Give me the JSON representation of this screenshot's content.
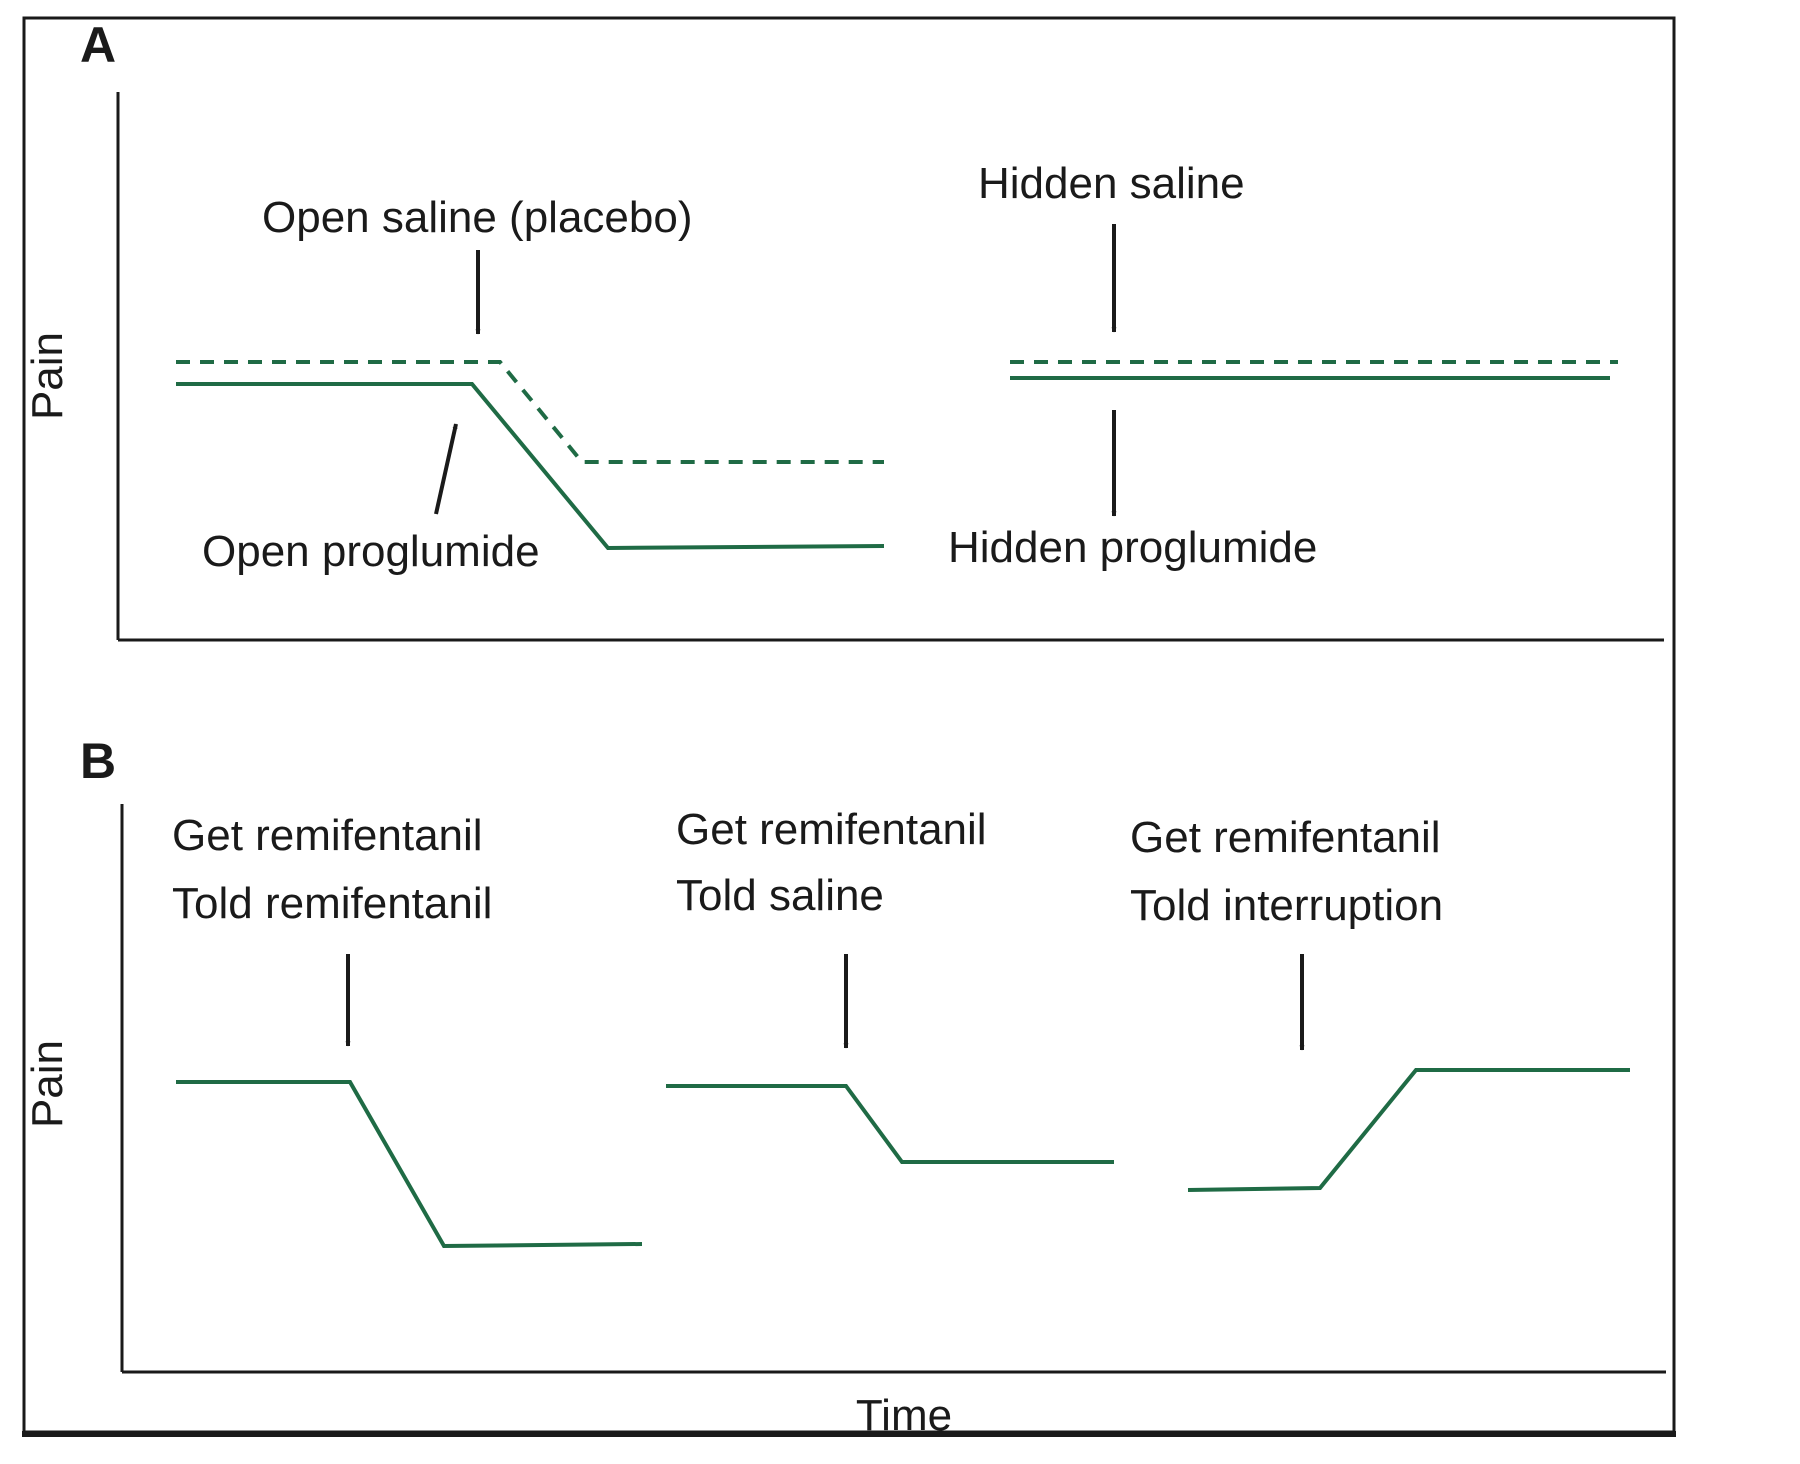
{
  "colors": {
    "line": "#1f6b45",
    "ink": "#1a1a1a",
    "frame": "#1a1a1a",
    "background": "#ffffff"
  },
  "panels": {
    "a": {
      "letter": "A",
      "y_axis_label": "Pain",
      "annotations": {
        "open_saline": "Open saline (placebo)",
        "open_proglumide": "Open proglumide",
        "hidden_saline": "Hidden saline",
        "hidden_proglumide": "Hidden proglumide"
      }
    },
    "b": {
      "letter": "B",
      "y_axis_label": "Pain",
      "x_axis_label": "Time",
      "conditions": [
        {
          "line1": "Get remifentanil",
          "line2": "Told remifentanil"
        },
        {
          "line1": "Get remifentanil",
          "line2": "Told saline"
        },
        {
          "line1": "Get remifentanil",
          "line2": "Told interruption"
        }
      ]
    }
  }
}
